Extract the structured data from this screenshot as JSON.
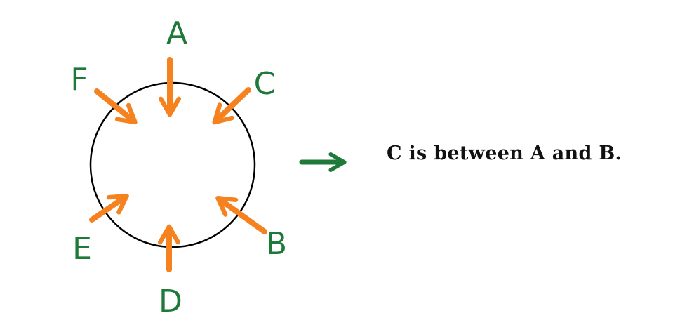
{
  "colors": {
    "label": "#1f7a3a",
    "arrow": "#f5821f",
    "circle": "#000000",
    "result_arrow": "#1f7a3a"
  },
  "diagram": {
    "labels": [
      {
        "id": "A",
        "text": "A"
      },
      {
        "id": "B",
        "text": "B"
      },
      {
        "id": "C",
        "text": "C"
      },
      {
        "id": "D",
        "text": "D"
      },
      {
        "id": "E",
        "text": "E"
      },
      {
        "id": "F",
        "text": "F"
      }
    ]
  },
  "statement": "C is between A and B."
}
